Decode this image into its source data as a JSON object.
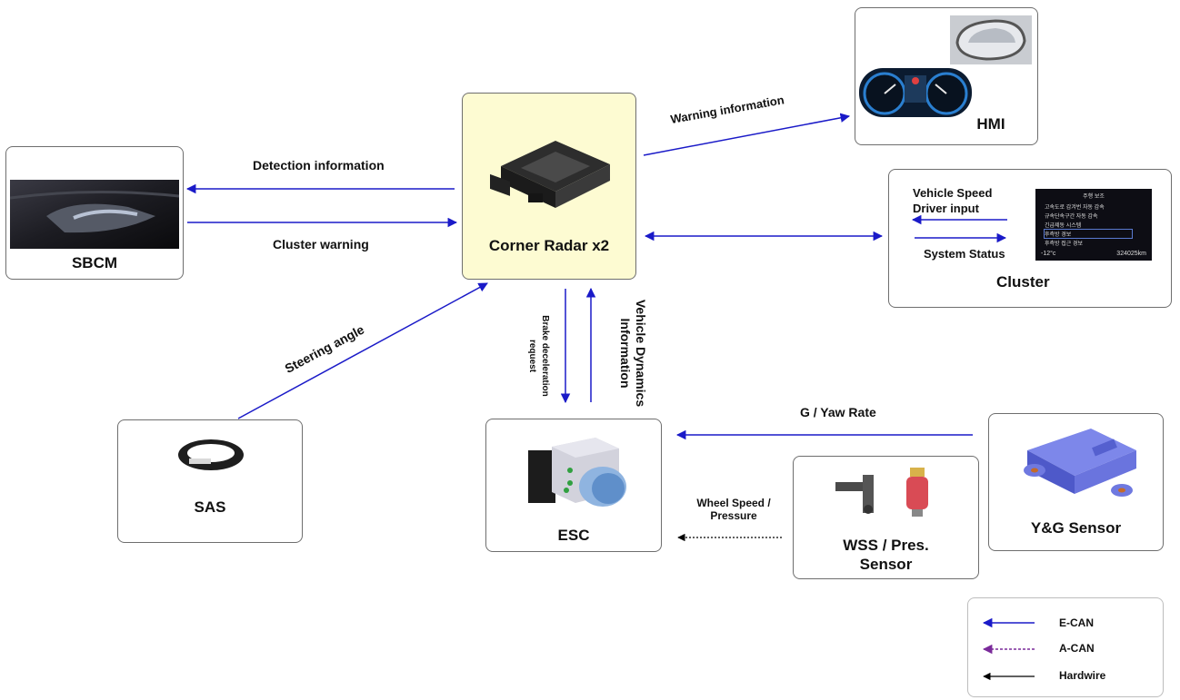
{
  "nodes": {
    "corner_radar": "Corner Radar x2",
    "sbcm": "SBCM",
    "hmi": "HMI",
    "cluster": "Cluster",
    "sas": "SAS",
    "esc": "ESC",
    "yg_sensor": "Y&G Sensor",
    "wss_line1": "WSS / Pres.",
    "wss_line2": "Sensor"
  },
  "signals": {
    "warning_information": "Warning information",
    "detection_information": "Detection information",
    "cluster_warning": "Cluster warning",
    "steering_angle": "Steering angle",
    "brake_decel_line1": "Brake deceleration",
    "brake_decel_line2": "request",
    "vehicle_dyn_line1": "Vehicle Dynamics",
    "vehicle_dyn_line2": "Information",
    "vehicle_speed": "Vehicle Speed",
    "driver_input": "Driver input",
    "system_status": "System Status",
    "g_yaw_rate": "G / Yaw Rate",
    "wheel_speed_line1": "Wheel Speed /",
    "wheel_speed_line2": "Pressure"
  },
  "cluster_screen": {
    "header": "주행 보조",
    "rows": [
      "고속도로 감겨번 자동 감속",
      "규속단속구간 자동 감속",
      "긴급제동 시스템",
      "후측방 경보",
      "후측방 접근 경보"
    ],
    "temp": "-12°c",
    "odometer": "324025km"
  },
  "legend": {
    "items": [
      {
        "label": "E-CAN",
        "color": "#1a1ac8"
      },
      {
        "label": "A-CAN",
        "color": "#7a2a9a"
      },
      {
        "label": "Hardwire",
        "color": "#000000"
      }
    ]
  },
  "colors": {
    "ecan": "#1a1ac8",
    "radar_fill": "#fdfbd2",
    "hardwire": "#000000"
  }
}
